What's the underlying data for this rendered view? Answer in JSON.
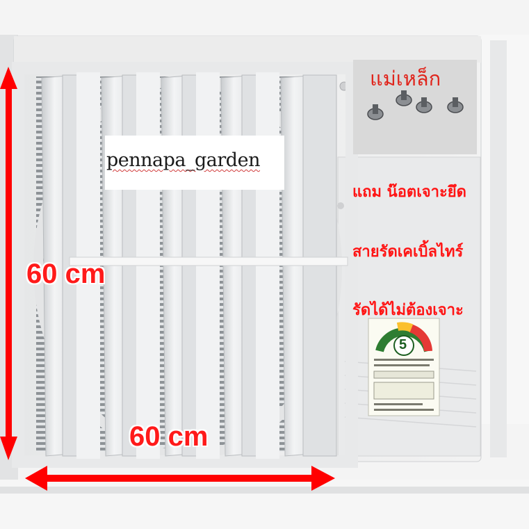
{
  "watermark": {
    "text": "pennapa_garden"
  },
  "magnet_label": "แม่เหล็ก",
  "promo_lines": [
    "แถม น๊อตเจาะยึด",
    "สายรัดเคเบิ้ลไทร์",
    "รัดได้ไม่ต้องเจาะ"
  ],
  "dimensions": {
    "height_label": "60 cm",
    "width_label": "60 cm"
  },
  "energy_label": {
    "grade": "5"
  },
  "colors": {
    "arrow": "#ff0000",
    "text_red": "#ff1414",
    "panel": "#eeeeee"
  }
}
